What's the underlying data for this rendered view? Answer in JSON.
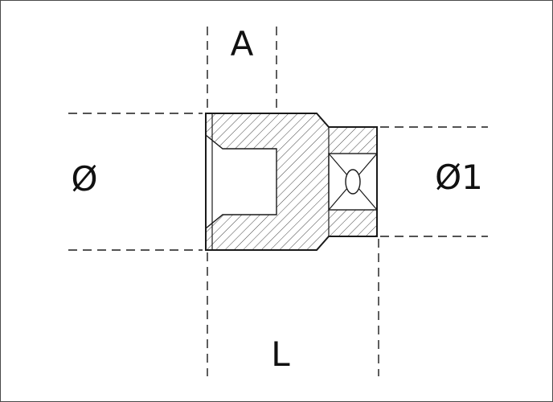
{
  "page": {
    "type": "technical-drawing",
    "subject": "hex socket cross-section with dimension callouts"
  },
  "labels": {
    "width_across_flats": "A",
    "outer_diameter": "Ø",
    "drive_end_diameter": "Ø1",
    "total_length": "L"
  },
  "colors": {
    "line": "#1a1a1a",
    "hatch": "#444444",
    "background": "#ffffff",
    "border": "#4a4a4a"
  }
}
